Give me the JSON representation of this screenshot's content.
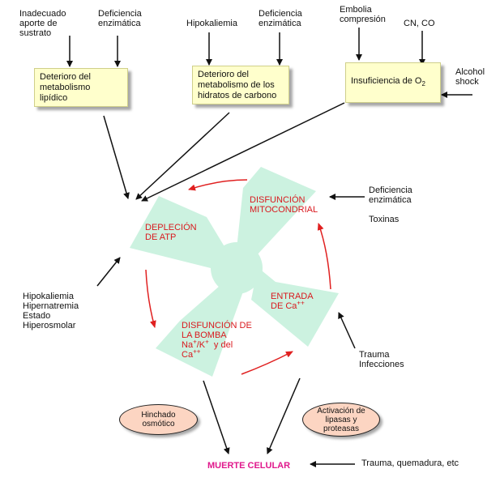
{
  "causes_top": {
    "sustrato": "Inadecuado\naporte de\nsustrato",
    "def1": "Deficiencia\nenzimática",
    "hipok": "Hipokaliemia",
    "def2": "Deficiencia\nenzimática",
    "embolia": "Embolia\ncompresión",
    "cnco": "CN, CO",
    "alcohol": "Alcohol\nshock"
  },
  "boxes": {
    "lipid": "Deterioro del\nmetabolismo\nlipídico",
    "hc": "Deterioro del\nmetabolismo de los\nhidratos de carbono",
    "o2_text": "Insuficiencia de O",
    "o2_sub": "2"
  },
  "blades": {
    "atp": "DEPLECIÓN\nDE ATP",
    "mito": "DISFUNCIÓN\nMITOCONDRIAL",
    "ca_text": "ENTRADA\nDE Ca",
    "ca_sup": "++",
    "bomba_1": "DISFUNCIÓN DE\nLA BOMBA",
    "bomba_na": "Na",
    "bomba_plus1": "+",
    "bomba_k": "/K",
    "bomba_plus2": "+",
    "bomba_ydel": "  y del",
    "bomba_ca": "Ca",
    "bomba_ca_sup": "++"
  },
  "side": {
    "def3": "Deficiencia\nenzimática",
    "toxinas": "Toxinas",
    "hiper": "Hipokaliemia\nHipernatremia\nEstado\nHiperosmolar",
    "trauma": "Trauma\nInfecciones",
    "trauma2": "Trauma, quemadura, etc"
  },
  "ovals": {
    "hinchado": "Hinchado\nosmótico",
    "lipasas": "Activación de\nlipasas y\nproteasas"
  },
  "final": "MUERTE CELULAR",
  "colors": {
    "blade": "#ccf2e0",
    "box": "#ffffcc",
    "oval": "#fcd5c2",
    "cycle_arrow": "#e02020",
    "final": "#e0188c"
  }
}
